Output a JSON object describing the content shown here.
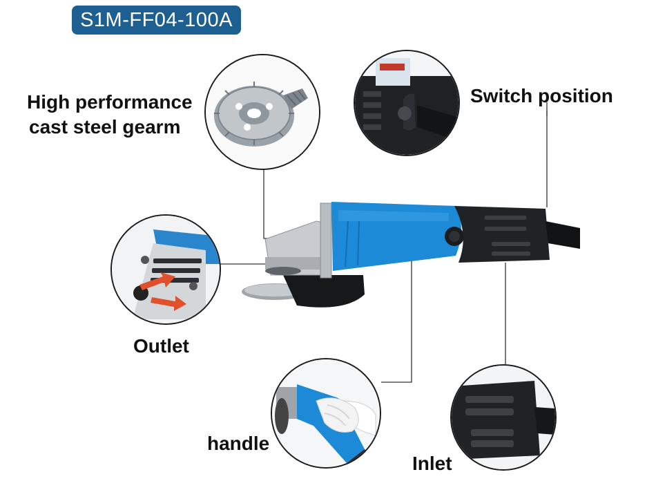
{
  "model_badge": "S1M-FF04-100A",
  "callouts": {
    "gear": {
      "line1": "High performance",
      "line2": "cast steel gearm",
      "icon": "gear-icon"
    },
    "switch": {
      "text": "Switch position",
      "icon": "switch-icon"
    },
    "outlet": {
      "text": "Outlet",
      "icon": "outlet-vent-icon"
    },
    "handle": {
      "text": "handle",
      "icon": "glove-hand-icon"
    },
    "inlet": {
      "text": "Inlet",
      "icon": "inlet-vent-icon"
    }
  },
  "colors": {
    "badge": "#1d5f91",
    "tool_blue": "#1c8ad6",
    "tool_dark": "#202326",
    "metal": "#c9ccd0",
    "arrow": "#e0502a"
  }
}
